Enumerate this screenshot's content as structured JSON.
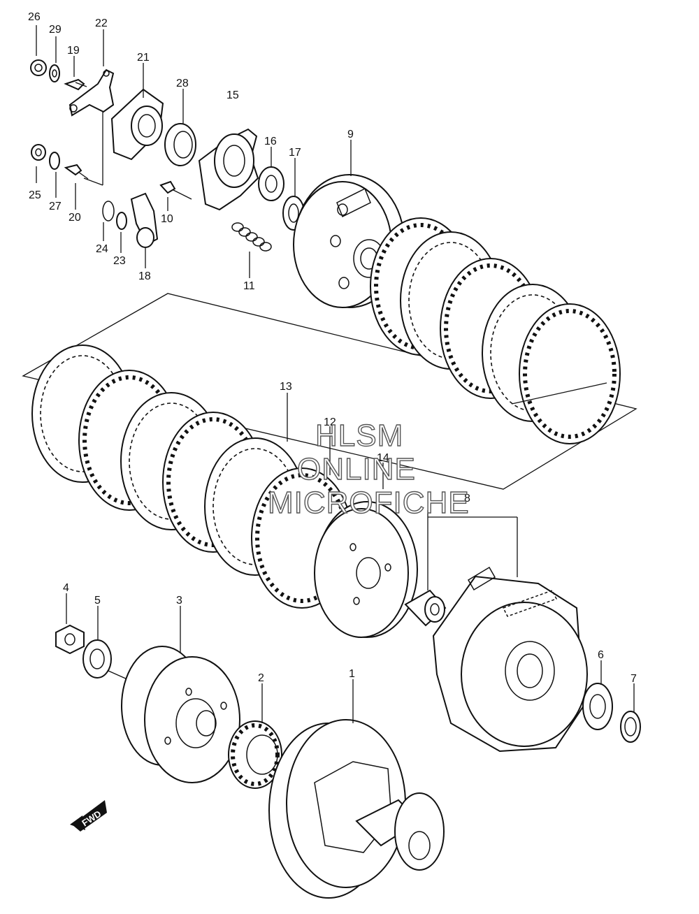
{
  "watermark": {
    "line1": "HLSM",
    "line2": "ONLINE",
    "line3": "MICROFICHE"
  },
  "fwd_label": "FWD",
  "callouts": {
    "p1": "1",
    "p2": "2",
    "p3": "3",
    "p4": "4",
    "p5": "5",
    "p6": "6",
    "p7": "7",
    "p8": "8",
    "p9": "9",
    "p10": "10",
    "p11": "11",
    "p12": "12",
    "p13": "13",
    "p14": "14",
    "p15": "15",
    "p16": "16",
    "p17": "17",
    "p18": "18",
    "p19": "19",
    "p20": "20",
    "p21": "21",
    "p22": "22",
    "p23": "23",
    "p24": "24",
    "p25": "25",
    "p26": "26",
    "p27": "27",
    "p28": "28",
    "p29": "29"
  }
}
